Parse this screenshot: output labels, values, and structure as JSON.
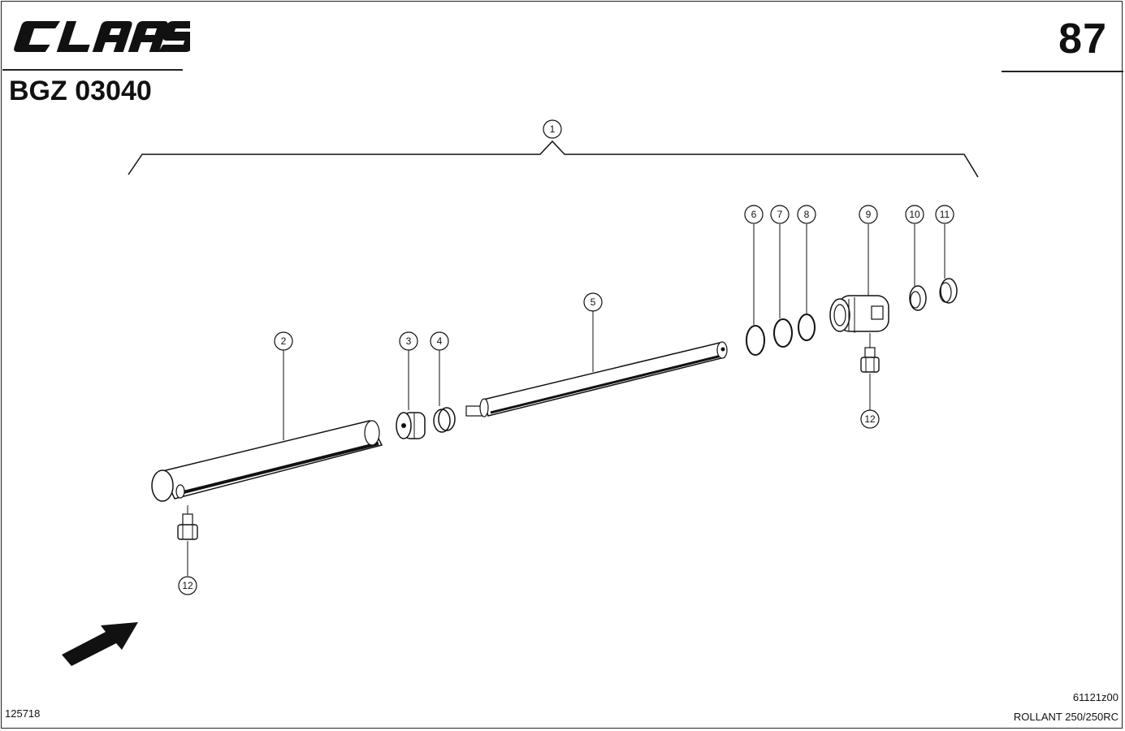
{
  "header": {
    "brand": "CLAAS",
    "page_number": "87",
    "group_code": "BGZ 03040"
  },
  "callouts": [
    {
      "id": "c1",
      "label": "1"
    },
    {
      "id": "c2",
      "label": "2"
    },
    {
      "id": "c3",
      "label": "3"
    },
    {
      "id": "c4",
      "label": "4"
    },
    {
      "id": "c5",
      "label": "5"
    },
    {
      "id": "c6",
      "label": "6"
    },
    {
      "id": "c7",
      "label": "7"
    },
    {
      "id": "c8",
      "label": "8"
    },
    {
      "id": "c9",
      "label": "9"
    },
    {
      "id": "c10",
      "label": "10"
    },
    {
      "id": "c11",
      "label": "11"
    },
    {
      "id": "c12a",
      "label": "12"
    },
    {
      "id": "c12b",
      "label": "12"
    }
  ],
  "footer": {
    "drawing_ref": "125718",
    "image_ref": "61121z00",
    "model": "ROLLANT 250/250RC"
  },
  "colors": {
    "ink": "#111111",
    "paper": "#ffffff",
    "shade": "#9a9a9a"
  }
}
